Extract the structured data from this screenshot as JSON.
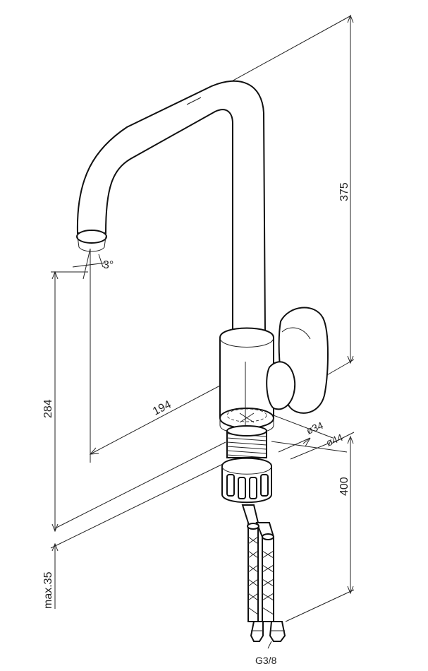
{
  "dimensions": {
    "overall_height": "375",
    "spout_height": "284",
    "spout_reach": "194",
    "spout_angle": "3°",
    "body_diameter": "ø34",
    "base_diameter": "ø44",
    "hose_length": "400",
    "mount_thickness": "max.35",
    "thread": "G3/8"
  }
}
